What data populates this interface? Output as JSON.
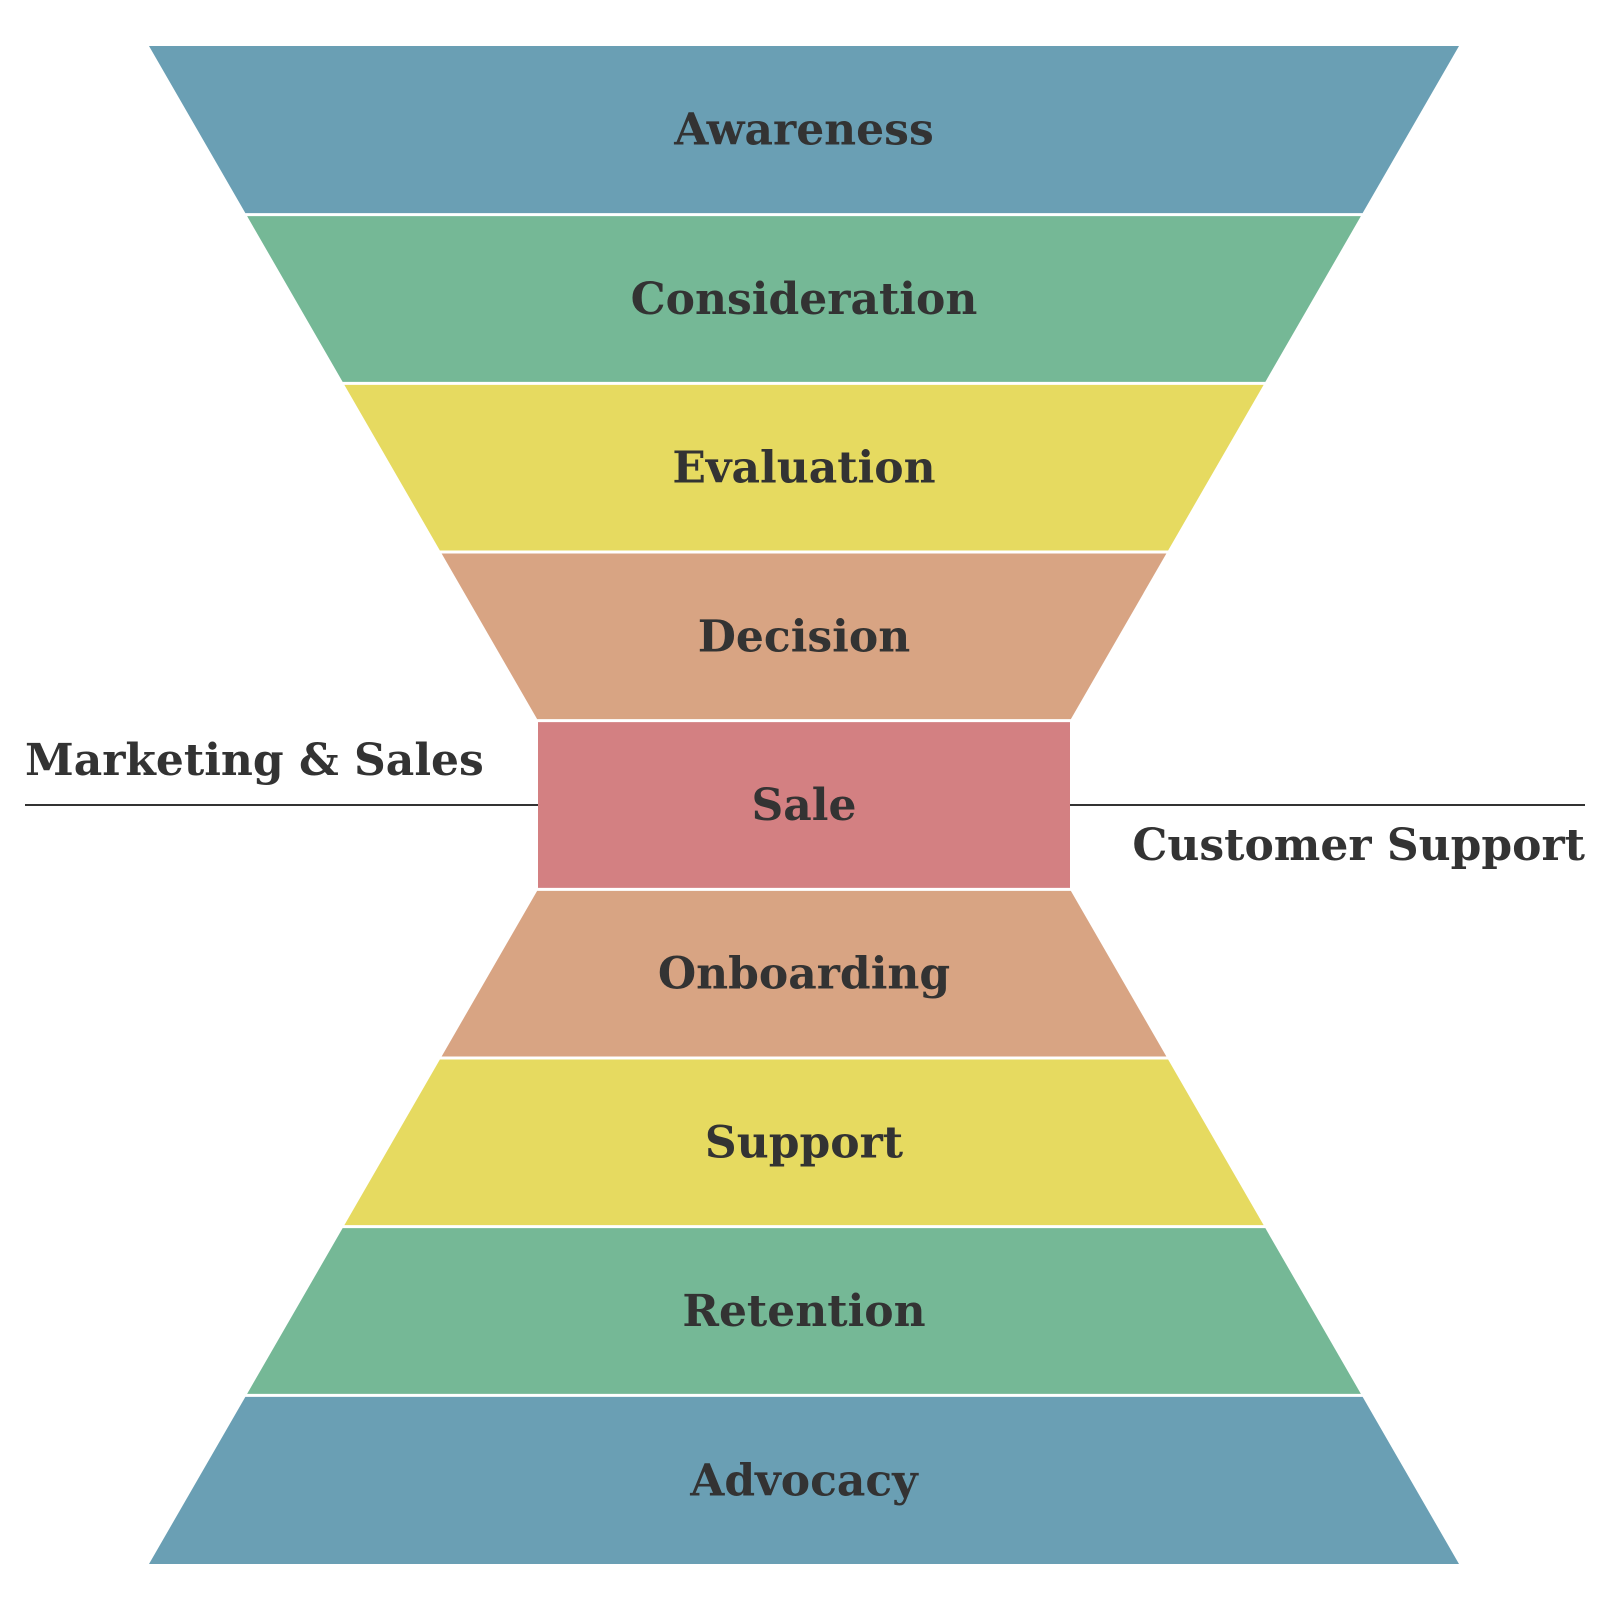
{
  "diagram": {
    "type": "hourglass-funnel",
    "stages": [
      {
        "label": "Awareness",
        "color": "#6a9fb4"
      },
      {
        "label": "Consideration",
        "color": "#75b896"
      },
      {
        "label": "Evaluation",
        "color": "#e6da60"
      },
      {
        "label": "Decision",
        "color": "#d8a483"
      },
      {
        "label": "Sale",
        "color": "#d38082"
      },
      {
        "label": "Onboarding",
        "color": "#d8a483"
      },
      {
        "label": "Support",
        "color": "#e6da60"
      },
      {
        "label": "Retention",
        "color": "#75b896"
      },
      {
        "label": "Advocacy",
        "color": "#6a9fb4"
      }
    ],
    "left_label": "Marketing & Sales",
    "right_label": "Customer Support",
    "text_color": "#333333",
    "divider_color": "#333333"
  }
}
